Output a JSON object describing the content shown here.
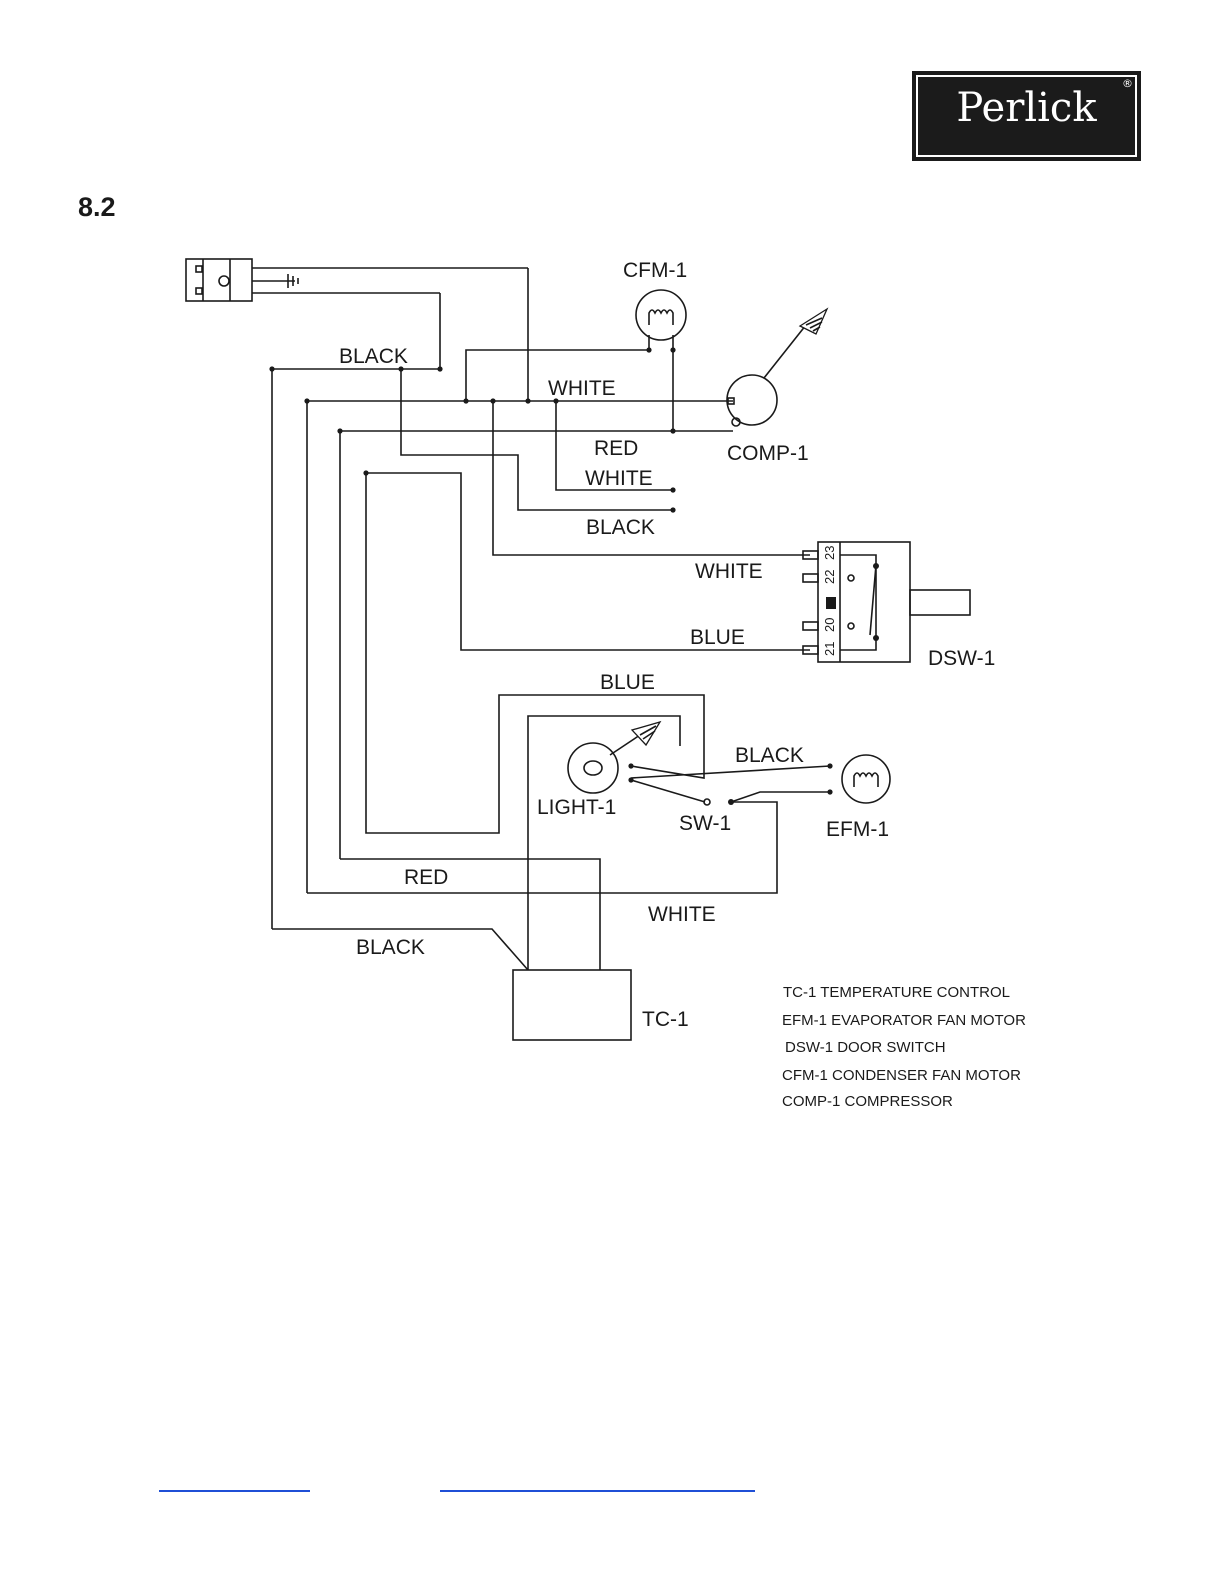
{
  "logo": {
    "text": "Perlick",
    "registered": "®"
  },
  "section_number": "8.2",
  "components": {
    "cfm": "CFM-1",
    "comp": "COMP-1",
    "dsw": "DSW-1",
    "light": "LIGHT-1",
    "sw": "SW-1",
    "efm": "EFM-1",
    "tc": "TC-1"
  },
  "wire_labels": {
    "black_top": "BLACK",
    "white_top": "WHITE",
    "red_top": "RED",
    "white_mid": "WHITE",
    "black_mid": "BLACK",
    "white_dsw": "WHITE",
    "blue_dsw": "BLUE",
    "blue_light": "BLUE",
    "black_efm": "BLACK",
    "red_bottom": "RED",
    "white_bottom": "WHITE",
    "black_bottom": "BLACK"
  },
  "dsw_terminals": [
    "23",
    "22",
    "20",
    "21"
  ],
  "legend": [
    "TC-1 TEMPERATURE CONTROL",
    "EFM-1 EVAPORATOR FAN MOTOR",
    "DSW-1 DOOR SWITCH",
    "CFM-1 CONDENSER FAN MOTOR",
    "COMP-1 COMPRESSOR"
  ]
}
